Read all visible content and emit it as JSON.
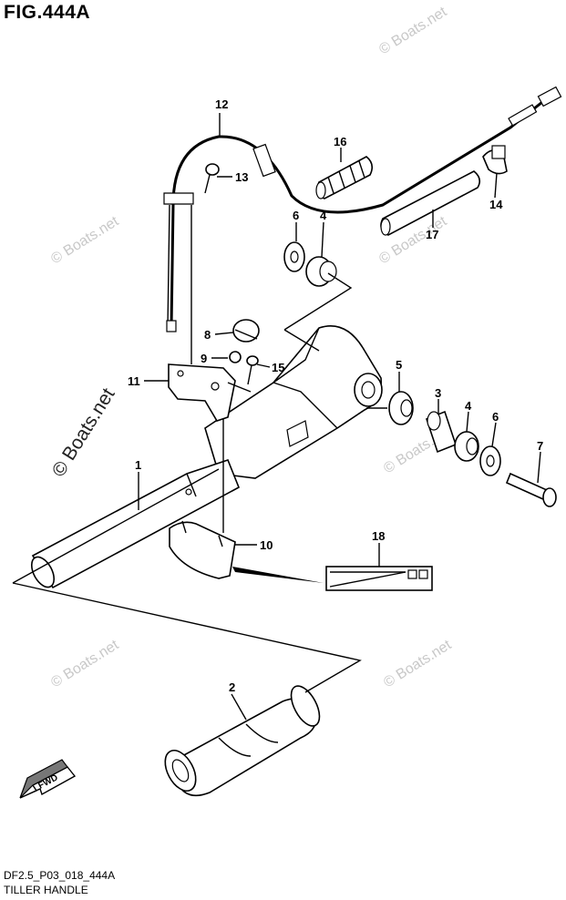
{
  "figure": {
    "title": "FIG.444A",
    "code": "DF2.5_P03_018_444A",
    "name": "TILLER HANDLE"
  },
  "watermark": {
    "text": "© Boats.net"
  },
  "direction_arrow": {
    "label": "FWD"
  },
  "callouts": [
    "1",
    "2",
    "3",
    "4",
    "4",
    "5",
    "6",
    "6",
    "7",
    "8",
    "9",
    "10",
    "11",
    "12",
    "13",
    "14",
    "15",
    "16",
    "17",
    "18"
  ]
}
